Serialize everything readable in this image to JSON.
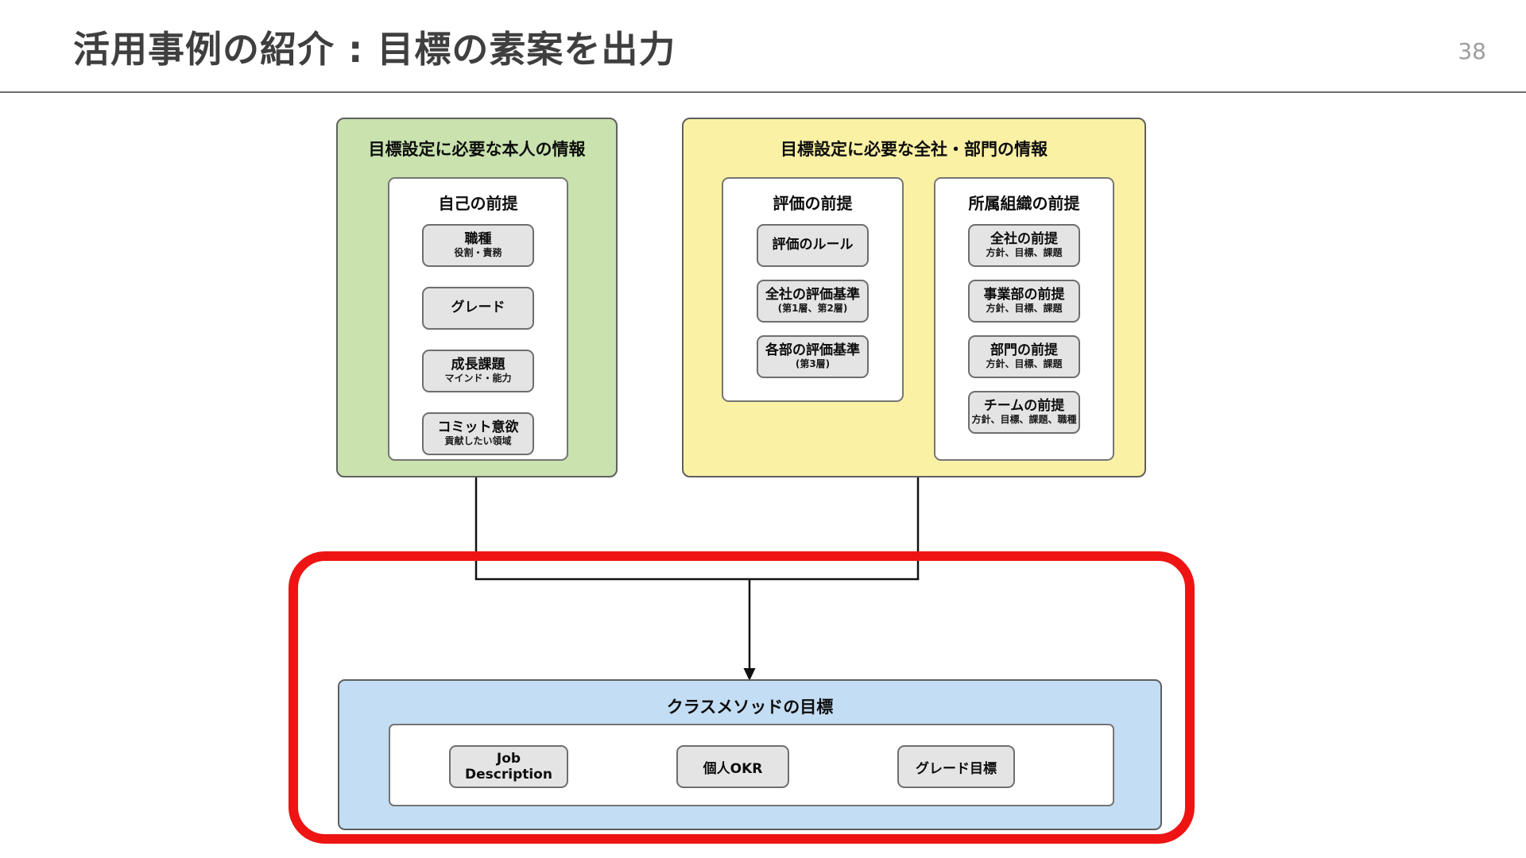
{
  "slide": {
    "title": "活用事例の紹介 : 目標の素案を出力",
    "page_number": "38"
  },
  "colors": {
    "personal_section_bg": "#c9e2ae",
    "company_section_bg": "#fbf1a5",
    "goals_section_bg": "#c3ddf4",
    "item_bg": "#e4e4e4",
    "highlight_red": "#ee1414",
    "title_text": "#3f3f3f",
    "page_number_text": "#9e9e9e",
    "connector_line": "#111111"
  },
  "diagram": {
    "personal": {
      "title": "目標設定に必要な本人の情報",
      "group": {
        "title": "自己の前提",
        "items": [
          {
            "label": "職種",
            "sub": "役割・責務"
          },
          {
            "label": "グレード",
            "sub": ""
          },
          {
            "label": "成長課題",
            "sub": "マインド・能力"
          },
          {
            "label": "コミット意欲",
            "sub": "貢献したい領域"
          }
        ]
      }
    },
    "company": {
      "title": "目標設定に必要な全社・部門の情報",
      "eval_group": {
        "title": "評価の前提",
        "items": [
          {
            "label": "評価のルール",
            "sub": ""
          },
          {
            "label": "全社の評価基準",
            "sub": "(第1層、第2層)"
          },
          {
            "label": "各部の評価基準",
            "sub": "(第3層)"
          }
        ]
      },
      "org_group": {
        "title": "所属組織の前提",
        "items": [
          {
            "label": "全社の前提",
            "sub": "方針、目標、課題"
          },
          {
            "label": "事業部の前提",
            "sub": "方針、目標、課題"
          },
          {
            "label": "部門の前提",
            "sub": "方針、目標、課題"
          },
          {
            "label": "チームの前提",
            "sub": "方針、目標、課題、職種"
          }
        ]
      }
    },
    "goals": {
      "title": "クラスメソッドの目標",
      "items": [
        {
          "label": "Job Description"
        },
        {
          "label": "個人OKR"
        },
        {
          "label": "グレード目標"
        }
      ]
    }
  }
}
